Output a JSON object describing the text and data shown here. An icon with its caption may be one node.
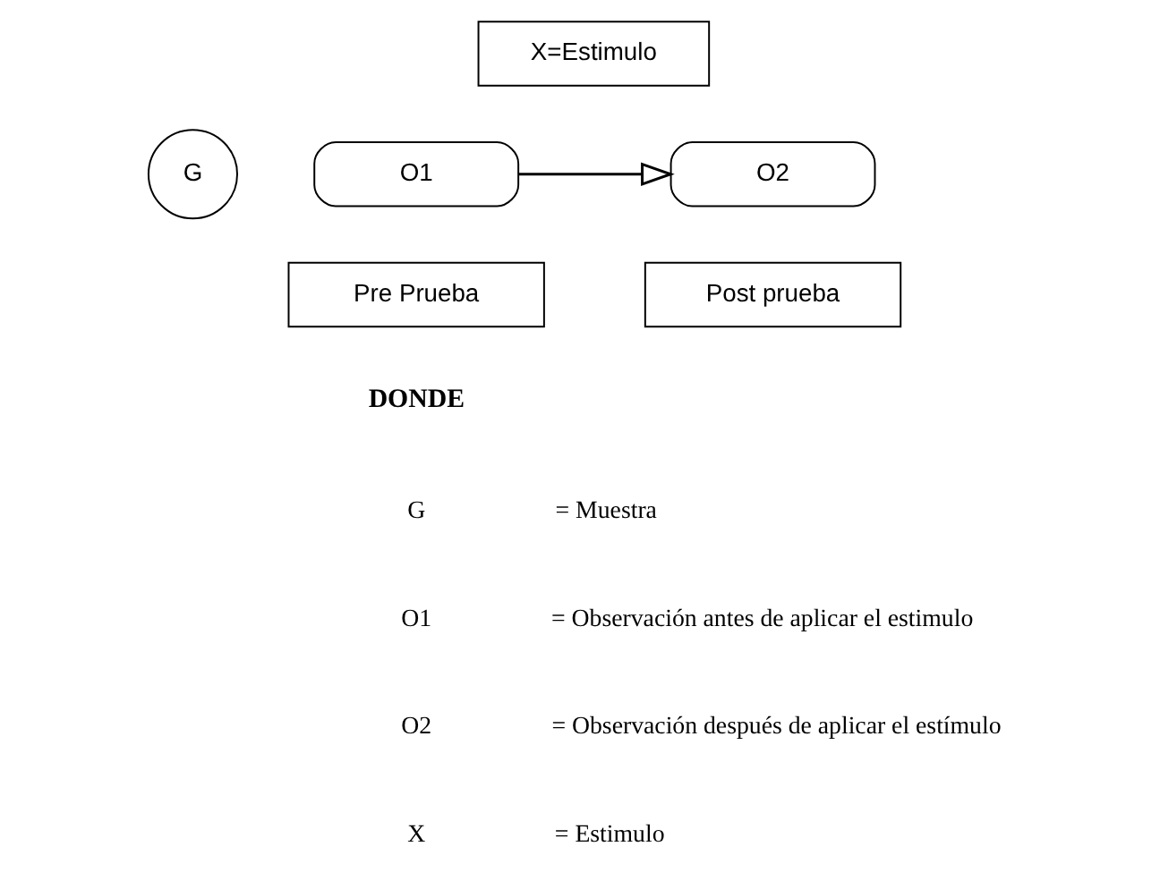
{
  "diagram": {
    "nodes": [
      {
        "text": [
          "X=Estimulo"
        ]
      },
      {
        "text": [
          "G"
        ]
      },
      {
        "text": [
          "O1"
        ]
      },
      {
        "text": [
          "O2"
        ]
      },
      {
        "text": [
          "Pre Prueba"
        ]
      },
      {
        "text": [
          "Post prueba"
        ]
      }
    ],
    "edges": [
      {
        "from": 2,
        "to": 3,
        "arrow": "to"
      }
    ],
    "labels": [
      "DONDE",
      "G",
      "= Muestra",
      "O1",
      "= Observación antes de aplicar el estimulo",
      "O2",
      "= Observación después de aplicar el estímulo",
      "X",
      "= Estimulo"
    ]
  }
}
